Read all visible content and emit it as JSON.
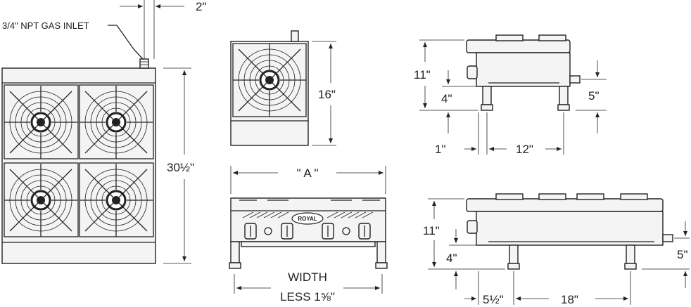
{
  "diagram": {
    "gas_inlet_label": "3/4\" NPT GAS INLET",
    "top_view": {
      "offset_dim": "2\"",
      "depth_dim": "30½\""
    },
    "single_burner_view": {
      "depth_dim": "16\""
    },
    "front_view": {
      "width_dim": "\" A \"",
      "brand_badge": "ROYAL",
      "bottom_dim_line1": "WIDTH",
      "bottom_dim_line2": "LESS 1⅝\""
    },
    "side_view_small": {
      "height_dim": "11\"",
      "leg_dim": "4\"",
      "inlet_height_dim": "5\"",
      "front_offset_dim": "1\"",
      "leg_spacing_dim": "12\""
    },
    "side_view_large": {
      "height_dim": "11\"",
      "leg_dim": "4\"",
      "inlet_height_dim": "5\"",
      "front_offset_dim": "5½\"",
      "leg_spacing_dim": "18\""
    }
  }
}
